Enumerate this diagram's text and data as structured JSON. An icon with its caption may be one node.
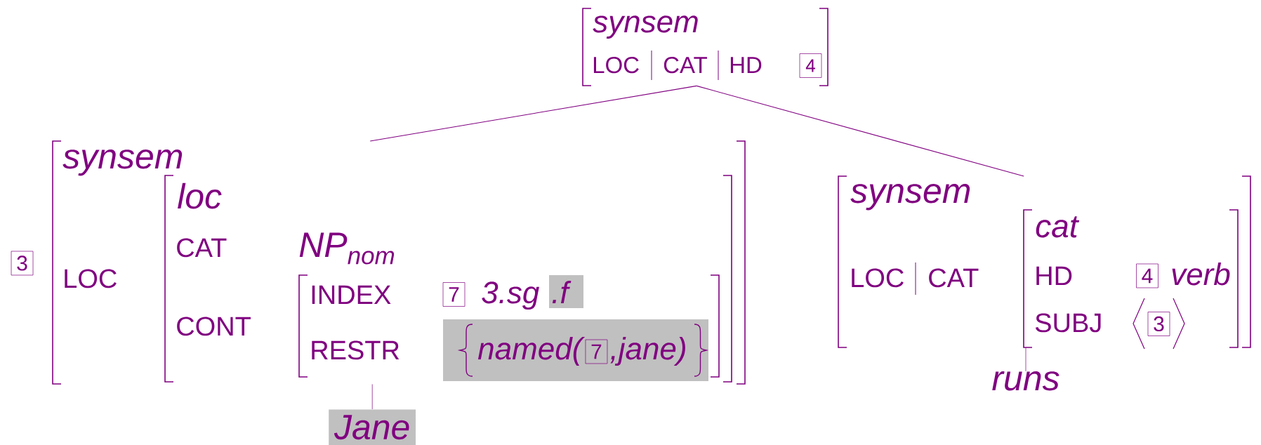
{
  "diagram": {
    "nodes": [
      {
        "text": [
          "synsem",
          "LOC",
          "CAT",
          "HD",
          "4"
        ]
      },
      {
        "text": [
          "3",
          "synsem",
          "LOC"
        ]
      },
      {
        "text": [
          "loc",
          "CAT",
          "NP$_{nom}$",
          "CONT"
        ],
        "in": 1
      },
      {
        "text": [
          "INDEX",
          "7",
          "3.sg",
          ".f",
          "RESTR",
          "named(",
          "7",
          ",jane)"
        ],
        "in": 2
      },
      {
        "text": [
          "synsem",
          "LOC",
          "CAT"
        ]
      },
      {
        "text": [
          "cat",
          "HD",
          "4",
          "verb",
          "SUBJ",
          "3"
        ],
        "in": 4
      },
      {
        "text": [
          "Jane"
        ]
      },
      {
        "text": [
          "runs"
        ]
      }
    ],
    "edges": [
      {
        "from": 0,
        "to": 1,
        "arrow": "none"
      },
      {
        "from": 0,
        "to": 4,
        "arrow": "none"
      },
      {
        "from": 1,
        "to": 6,
        "arrow": "none"
      },
      {
        "from": 4,
        "to": 7,
        "arrow": "none"
      }
    ]
  }
}
